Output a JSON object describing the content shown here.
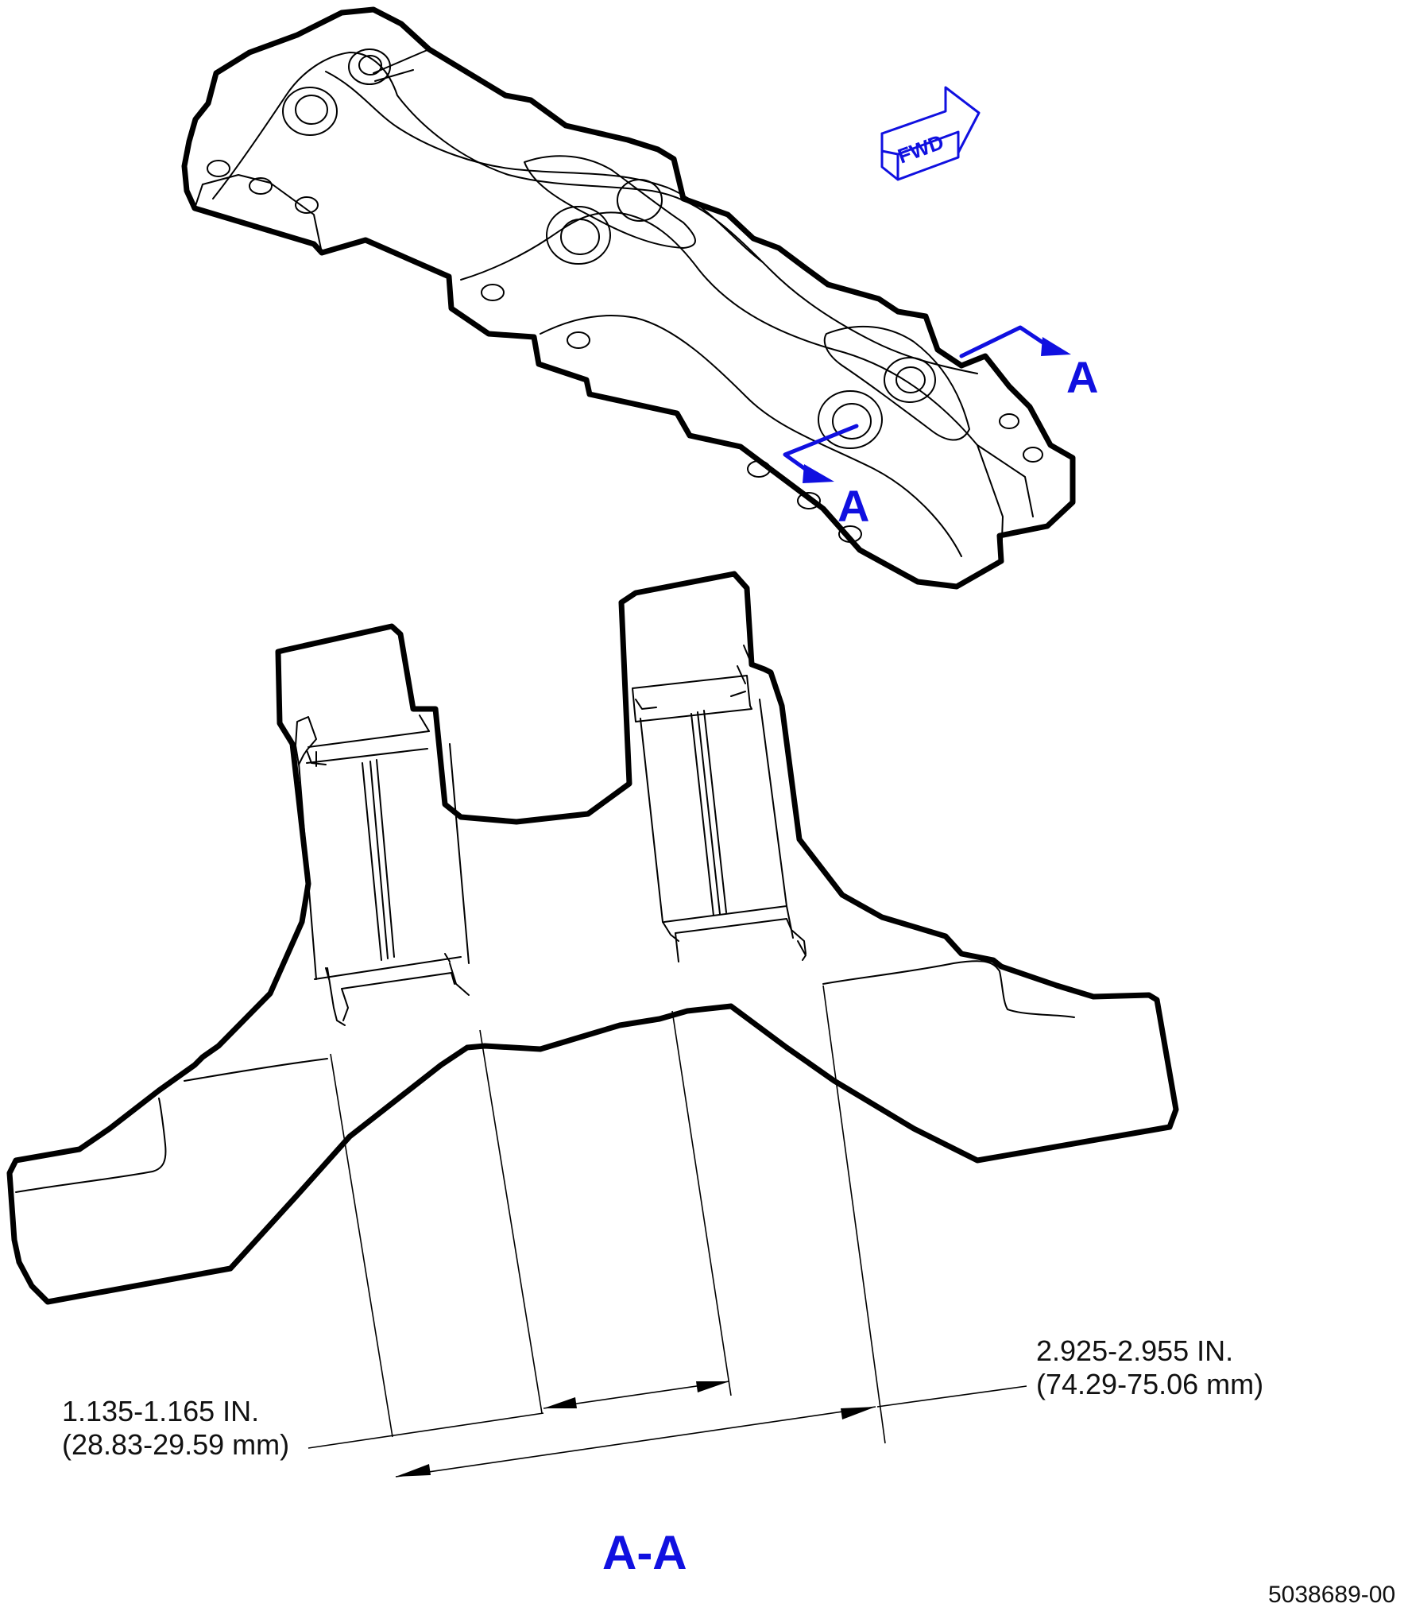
{
  "labels": {
    "fwd": "FWD",
    "section_letter_upper": "A",
    "section_letter_lower": "A",
    "section_title": "A-A",
    "figure_id": "5038689-00"
  },
  "dimensions": {
    "left": {
      "line1": "1.135-1.165 IN.",
      "line2": "(28.83-29.59 mm)"
    },
    "right": {
      "line1": "2.925-2.955 IN.",
      "line2": "(74.29-75.06 mm)"
    }
  },
  "colors": {
    "callout": "#1010e0",
    "linework": "#000000"
  }
}
